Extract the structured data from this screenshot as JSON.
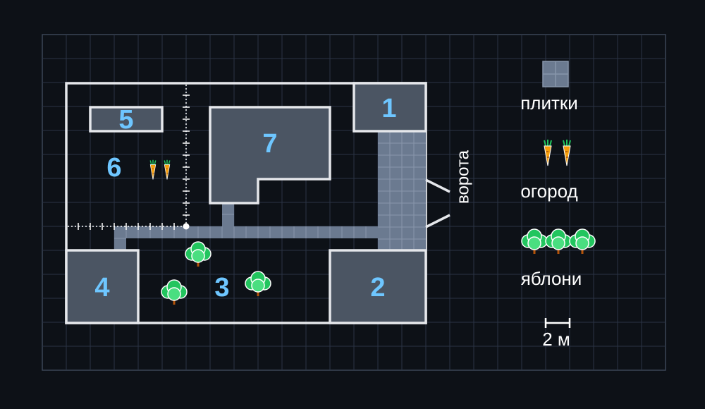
{
  "plots": [
    {
      "id": "1",
      "label": "1"
    },
    {
      "id": "2",
      "label": "2"
    },
    {
      "id": "3",
      "label": "3"
    },
    {
      "id": "4",
      "label": "4"
    },
    {
      "id": "5",
      "label": "5"
    },
    {
      "id": "6",
      "label": "6"
    },
    {
      "id": "7",
      "label": "7"
    }
  ],
  "gate_label": "ворота",
  "legend": {
    "tiles": "плитки",
    "garden": "огород",
    "apple_trees": "яблони",
    "scale": "2 м"
  },
  "colors": {
    "background": "#0d1117",
    "grid": "#2a3444",
    "building_fill": "#4b5563",
    "tile_fill": "#6b7a90",
    "outline": "#e5e7eb",
    "number": "#6ec6ff",
    "tree": "#4ade80",
    "carrot": "#f59e0b"
  },
  "icons": [
    "tile-icon",
    "carrot-icon",
    "apple-tree-icon"
  ]
}
